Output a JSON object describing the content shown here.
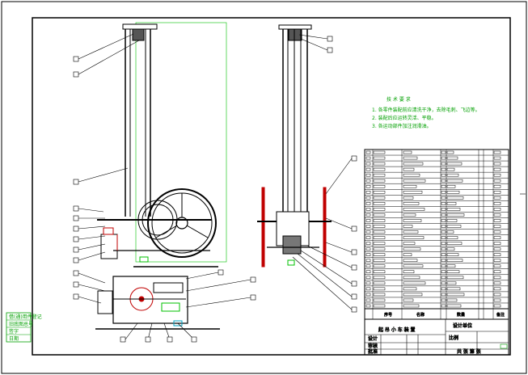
{
  "drawing": {
    "title": "起 吊 小 车 装 置",
    "tech_requirements": {
      "heading": "技 术 要 求",
      "items": [
        "1. 各零件装配前应清洗干净，去除毛刺、飞边等。",
        "2. 装配后应运转灵活、平稳。",
        "3. 各运动部件加注润滑油。"
      ]
    },
    "bom_header": [
      "序号",
      "名称",
      "数量",
      "备注"
    ],
    "title_block": {
      "company": "设计单位",
      "drawn_label": "设计",
      "check_label": "审核",
      "approve_label": "批准",
      "scale_label": "比例",
      "sheet_label": "共 张 第 张"
    },
    "side_stamp": [
      "借(通)用件登记",
      "旧底图总号",
      "签字",
      "日期"
    ]
  },
  "colors": {
    "frame": "#000000",
    "dimension": "#00c000",
    "accent_red": "#c00000",
    "cyan": "#00a0c0"
  }
}
